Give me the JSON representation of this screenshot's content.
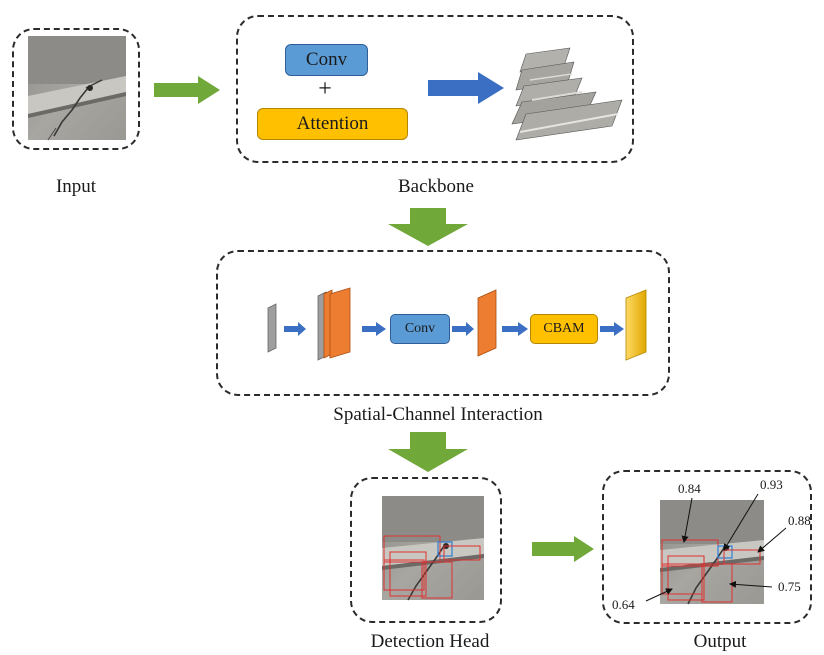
{
  "stages": {
    "input": "Input",
    "backbone": "Backbone",
    "interaction": "Spatial-Channel Interaction",
    "head": "Detection Head",
    "output": "Output"
  },
  "backbone": {
    "conv": "Conv",
    "plus": "+",
    "attention": "Attention"
  },
  "interaction": {
    "conv": "Conv",
    "cbam": "CBAM"
  },
  "scores": {
    "s1": "0.84",
    "s2": "0.93",
    "s3": "0.88",
    "s4": "0.75",
    "s5": "0.64"
  },
  "colors": {
    "green_arrow": "#70a83a",
    "blue_arrow": "#3a6fc4",
    "conv_fill": "#5b9bd5",
    "attention_fill": "#ffc000",
    "orange_map": "#ed7d31",
    "gray_map": "#9e9e9e",
    "box_red": "#e03030",
    "box_blue": "#2f7fd6"
  }
}
